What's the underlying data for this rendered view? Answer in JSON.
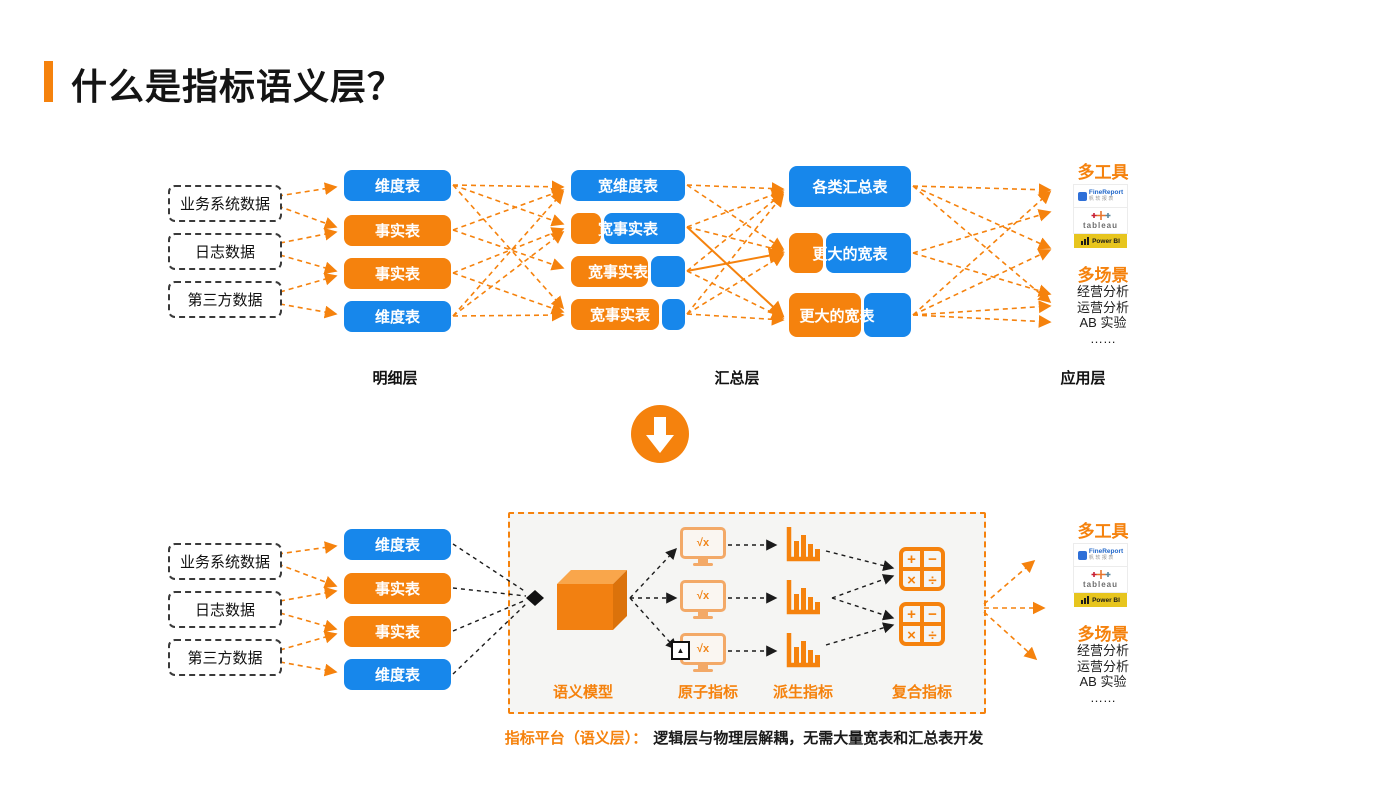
{
  "slide": {
    "title": "什么是指标语义层？"
  },
  "palette": {
    "orange": "#F5820D",
    "blue": "#1787EB",
    "powerbi_yellow": "#E7C51E"
  },
  "top_diagram": {
    "sources": [
      {
        "label": "业务系统数据"
      },
      {
        "label": "日志数据"
      },
      {
        "label": "第三方数据"
      }
    ],
    "detail_tables": [
      {
        "label": "维度表"
      },
      {
        "label": "事实表"
      },
      {
        "label": "事实表"
      },
      {
        "label": "维度表"
      }
    ],
    "wide_tables": [
      {
        "label": "宽维度表"
      },
      {
        "label": "宽事实表"
      },
      {
        "label": "宽事实表"
      },
      {
        "label": "宽事实表"
      }
    ],
    "summary_tables": [
      {
        "label": "各类汇总表"
      },
      {
        "label": "更大的宽表"
      },
      {
        "label": "更大的宽表"
      }
    ],
    "layers": [
      {
        "label": "明细层"
      },
      {
        "label": "汇总层"
      },
      {
        "label": "应用层"
      }
    ]
  },
  "right_panel": {
    "tools_title": "多工具",
    "logos": {
      "finereport": {
        "name": "FineReport",
        "sub": "帆软报表"
      },
      "tableau": {
        "name": "tableau"
      },
      "powerbi": {
        "name": "Power BI"
      }
    },
    "scenarios_title": "多场景",
    "scenarios": [
      {
        "label": "经营分析"
      },
      {
        "label": "运营分析"
      },
      {
        "label": "AB 实验"
      },
      {
        "label": "……"
      }
    ]
  },
  "bottom_diagram": {
    "sources": [
      {
        "label": "业务系统数据"
      },
      {
        "label": "日志数据"
      },
      {
        "label": "第三方数据"
      }
    ],
    "detail_tables": [
      {
        "label": "维度表"
      },
      {
        "label": "事实表"
      },
      {
        "label": "事实表"
      },
      {
        "label": "维度表"
      }
    ],
    "semantic_box": {
      "model_label": "语义模型",
      "atomic_label": "原子指标",
      "derived_label": "派生指标",
      "composite_label": "复合指标",
      "formula": "√x",
      "calc_symbols": [
        "+",
        "−",
        "×",
        "÷"
      ],
      "cursor_glyph": "▲"
    },
    "caption": {
      "highlight": "指标平台（语义层）：",
      "text": "逻辑层与物理层解耦，无需大量宽表和汇总表开发"
    }
  }
}
